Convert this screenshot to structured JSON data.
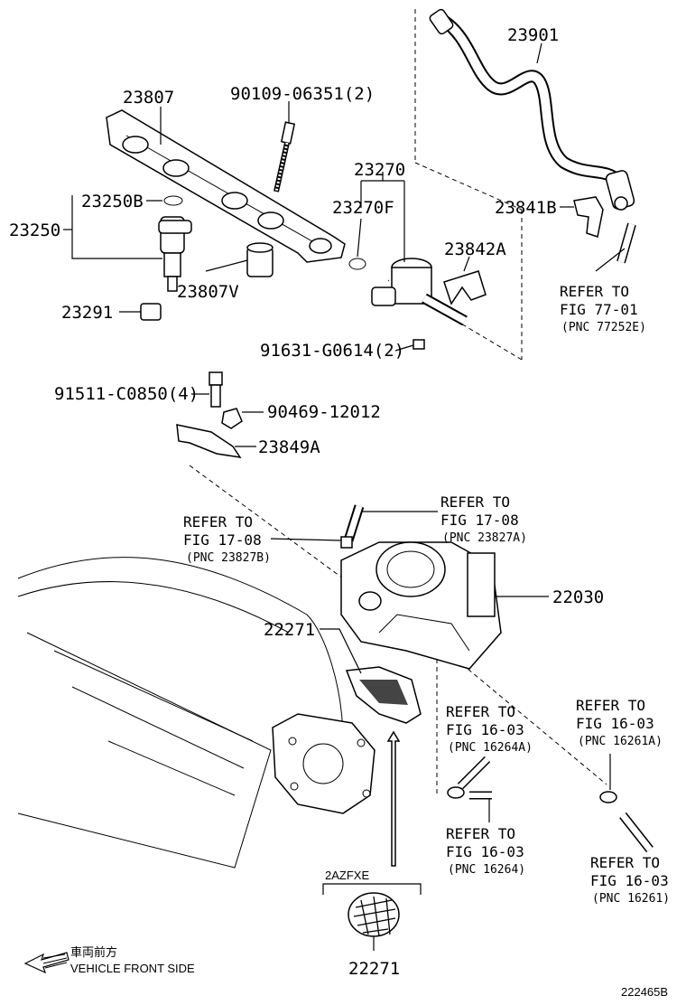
{
  "part_numbers": {
    "p23901": "23901",
    "p23807": "23807",
    "p90109": "90109-06351(2)",
    "p23270": "23270",
    "p23270F": "23270F",
    "p23250B": "23250B",
    "p23250": "23250",
    "p23842A": "23842A",
    "p23841B": "23841B",
    "p23807V": "23807V",
    "p23291": "23291",
    "p91631": "91631-G0614(2)",
    "p91511": "91511-C0850(4)",
    "p90469": "90469-12012",
    "p23849A": "23849A",
    "p22030": "22030",
    "p22271a": "22271",
    "p22271b": "22271"
  },
  "references": {
    "r1": {
      "l1": "REFER TO",
      "l2": "FIG 77-01",
      "pnc": "(PNC 77252E)"
    },
    "r2": {
      "l1": "REFER TO",
      "l2": "FIG 17-08",
      "pnc": "(PNC 23827A)"
    },
    "r3": {
      "l1": "REFER TO",
      "l2": "FIG 17-08",
      "pnc": "(PNC 23827B)"
    },
    "r4": {
      "l1": "REFER TO",
      "l2": "FIG 16-03",
      "pnc": "(PNC 16264A)"
    },
    "r5": {
      "l1": "REFER TO",
      "l2": "FIG 16-03",
      "pnc": "(PNC 16261A)"
    },
    "r6": {
      "l1": "REFER TO",
      "l2": "FIG 16-03",
      "pnc": "(PNC 16264)"
    },
    "r7": {
      "l1": "REFER TO",
      "l2": "FIG 16-03",
      "pnc": "(PNC 16261)"
    }
  },
  "engine_code": "2AZFXE",
  "front_side": {
    "jp": "車両前方",
    "en": "VEHICLE FRONT SIDE"
  },
  "figure_id": "222465B"
}
